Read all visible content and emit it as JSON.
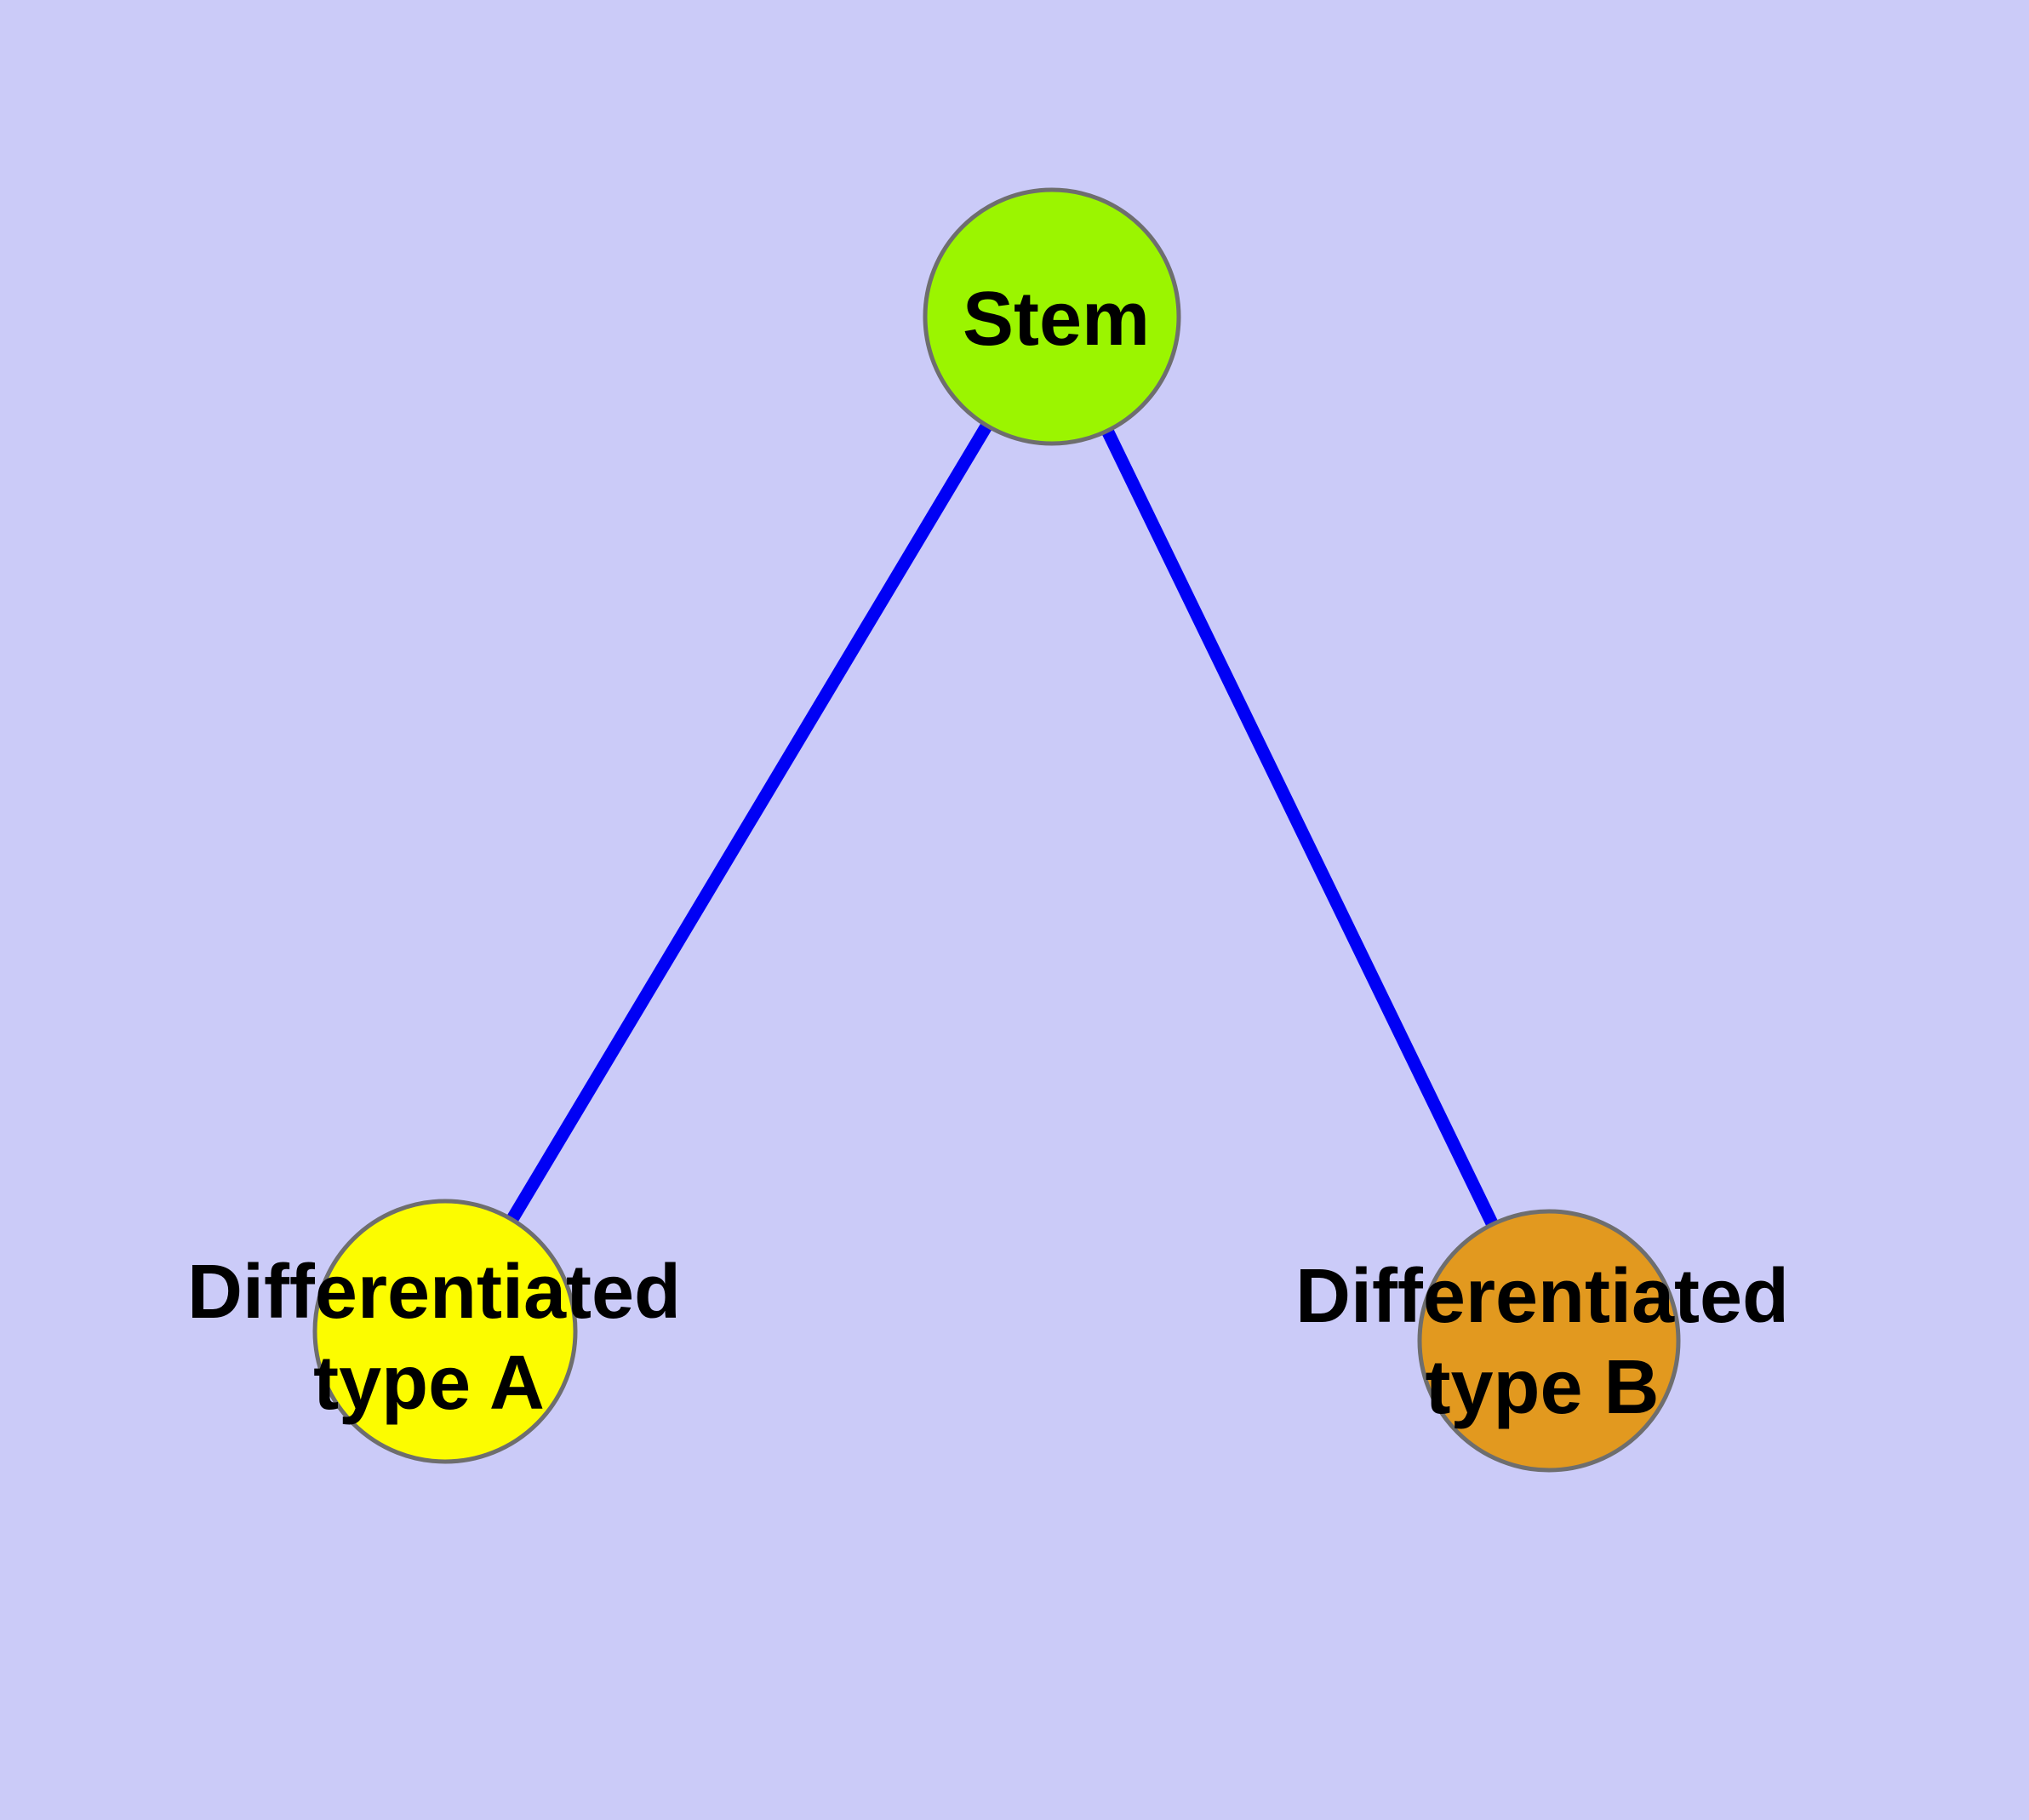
{
  "diagram": {
    "type": "node-link-graph",
    "background_color": "#cbcbf8",
    "node_border_color": "#6e6e6e",
    "edge_color": "#0000f5",
    "text_color": "#000000",
    "nodes": [
      {
        "id": "stem",
        "label": "Stem",
        "fill_color": "#9bf500"
      },
      {
        "id": "differentiated-type-a",
        "label_line1": "Differentiated",
        "label_line2": "type A",
        "fill_color": "#fcfc00"
      },
      {
        "id": "differentiated-type-b",
        "label_line1": "Differentiated",
        "label_line2": "type B",
        "fill_color": "#e2991f"
      }
    ],
    "edges": [
      {
        "from": "Stem",
        "to": "Differentiated type A"
      },
      {
        "from": "Stem",
        "to": "Differentiated type B"
      }
    ]
  }
}
